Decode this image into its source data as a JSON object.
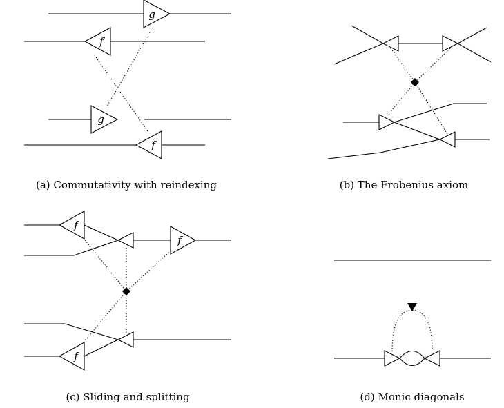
{
  "panels": [
    {
      "id": "a",
      "caption": "(a) Commutativity with reindexing",
      "labels": [
        "g",
        "f",
        "g",
        "f"
      ]
    },
    {
      "id": "b",
      "caption": "(b) The Frobenius axiom"
    },
    {
      "id": "c",
      "caption": "(c) Sliding and splitting",
      "labels": [
        "f",
        "f",
        "f"
      ]
    },
    {
      "id": "d",
      "caption": "(d) Monic diagonals"
    }
  ]
}
